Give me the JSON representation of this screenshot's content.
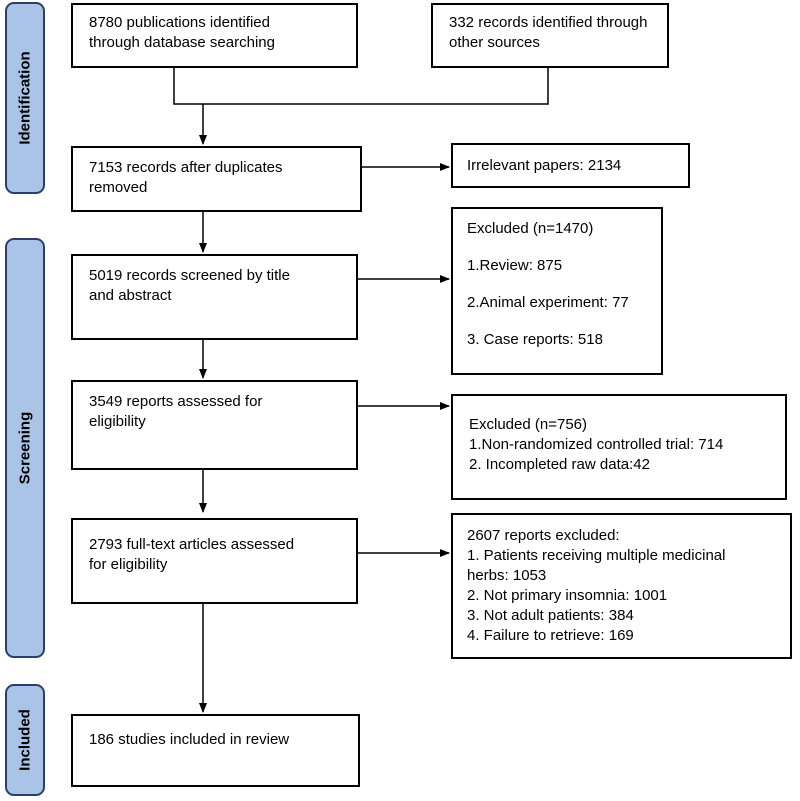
{
  "stages": {
    "identification": "Identification",
    "screening": "Screening",
    "included": "Included"
  },
  "boxes": {
    "db_search": [
      "8780 publications identified",
      "through database searching"
    ],
    "other_sources": [
      "332 records identified through",
      "other sources"
    ],
    "after_duplicates": [
      "7153 records after duplicates",
      "removed"
    ],
    "irrelevant": [
      "Irrelevant papers: 2134"
    ],
    "title_abstract": [
      "5019 records screened by title",
      "and abstract"
    ],
    "excluded_1": [
      "Excluded (n=1470)",
      "1.Review: 875",
      "2.Animal experiment: 77",
      "3. Case reports: 518"
    ],
    "eligibility": [
      "3549 reports assessed for",
      "eligibility"
    ],
    "excluded_2": [
      "Excluded (n=756)",
      "1.Non-randomized controlled trial: 714",
      "2. Incompleted raw data:42"
    ],
    "full_text": [
      "2793 full-text articles assessed",
      "for eligibility"
    ],
    "excluded_3": [
      "2607 reports excluded:",
      "1. Patients receiving multiple medicinal",
      "herbs: 1053",
      "2. Not primary insomnia: 1001",
      "3. Not adult patients: 384",
      "4. Failure to retrieve: 169"
    ],
    "included": [
      "186 studies included in review"
    ]
  }
}
